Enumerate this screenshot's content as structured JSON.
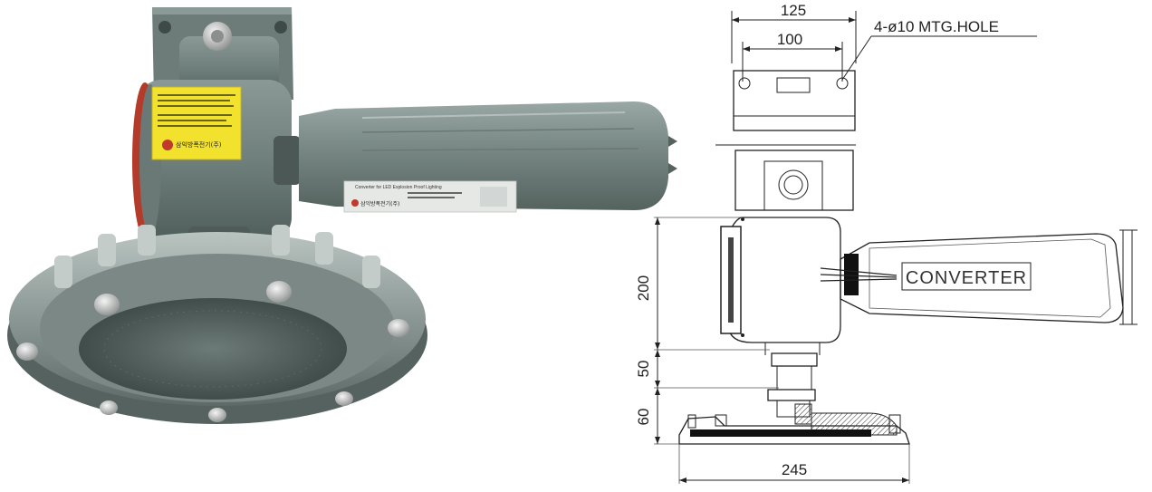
{
  "product_photo": {
    "label_brand": "삼익방폭전기(주)",
    "converter_label_title": "Converter for LED Explosion Proof Lighting",
    "converter_label_brand": "삼익방폭전기(주)",
    "colors": {
      "housing": "#6e7e7b",
      "label_yellow": "#f3e22d"
    }
  },
  "drawing": {
    "dim_width_outer": "125",
    "dim_width_inner": "100",
    "mounting_hole_note": "4-ø10 MTG.HOLE",
    "dim_height_body": "200",
    "dim_height_neck": "50",
    "dim_height_fixture": "60",
    "dim_width_fixture": "245",
    "converter_label": "CONVERTER"
  }
}
